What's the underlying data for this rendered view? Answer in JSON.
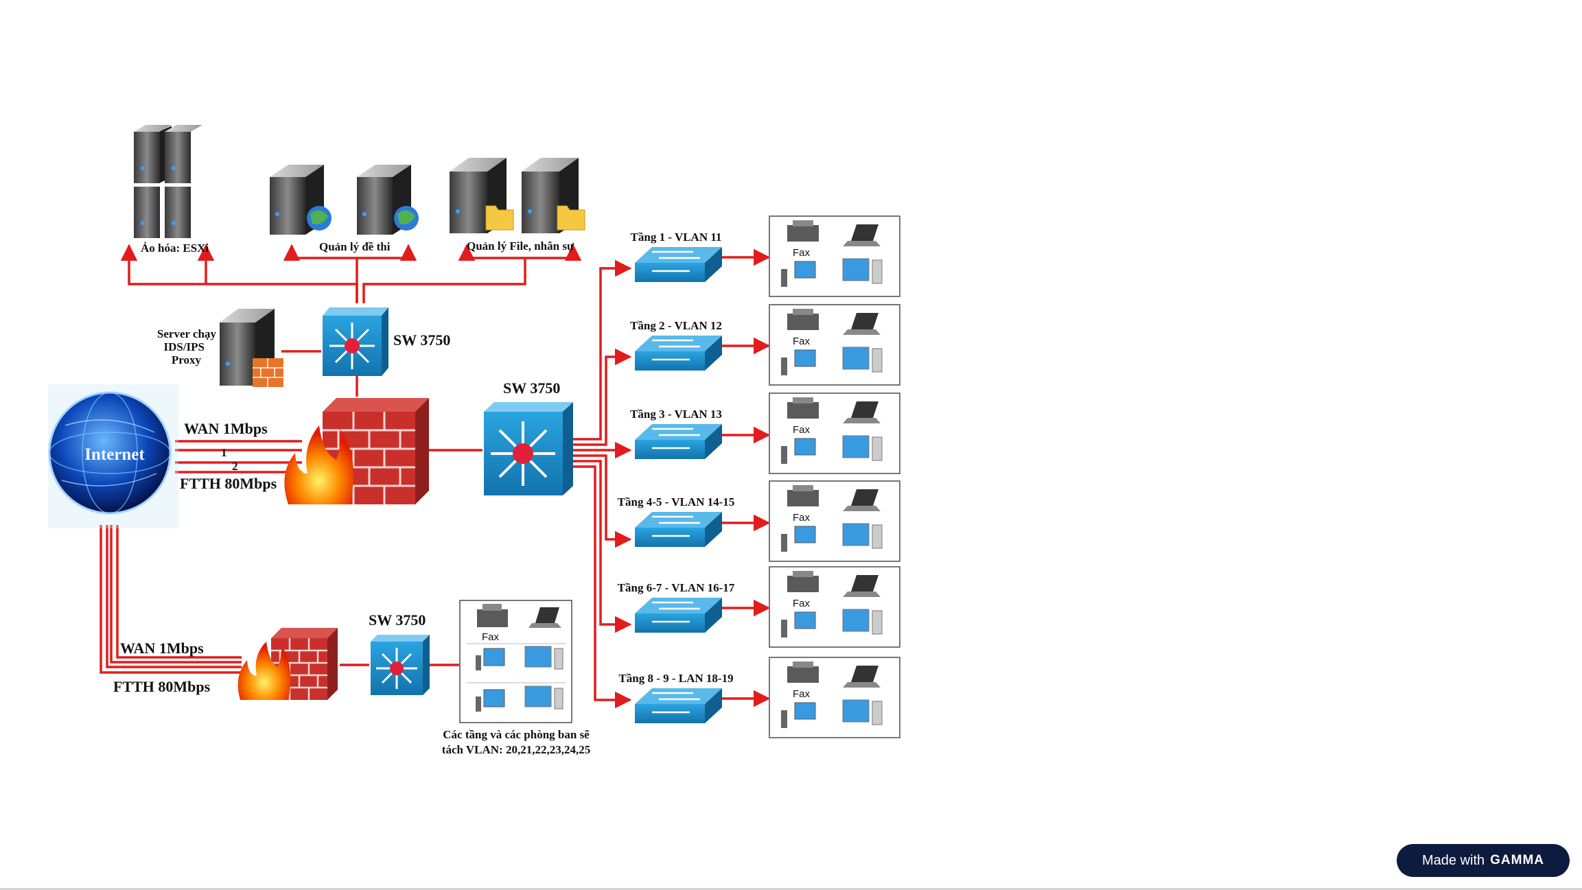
{
  "internet": {
    "label": "Internet"
  },
  "top_servers": {
    "virtualization": "Ảo hóa: ESXi",
    "exam_management": "Quản lý đề thi",
    "file_hr_management": "Quản lý File, nhân sự"
  },
  "ids_server": {
    "line1": "Server chạy",
    "line2": "IDS/IPS",
    "line3": "Proxy"
  },
  "switches": {
    "top": "SW 3750",
    "core": "SW 3750",
    "bottom": "SW 3750"
  },
  "wan_main": {
    "wan": "WAN 1Mbps",
    "link1": "1",
    "link2": "2",
    "ftth": "FTTH 80Mbps"
  },
  "wan_backup": {
    "wan": "WAN 1Mbps",
    "ftth": "FTTH 80Mbps"
  },
  "floors": [
    {
      "label": "Tầng 1 - VLAN 11",
      "fax": "Fax"
    },
    {
      "label": "Tầng 2 - VLAN 12",
      "fax": "Fax"
    },
    {
      "label": "Tầng 3 - VLAN 13",
      "fax": "Fax"
    },
    {
      "label": "Tầng 4-5 - VLAN 14-15",
      "fax": "Fax"
    },
    {
      "label": "Tầng 6-7 - VLAN 16-17",
      "fax": "Fax"
    },
    {
      "label": "Tầng 8 - 9 - LAN 18-19",
      "fax": "Fax"
    }
  ],
  "branch": {
    "fax": "Fax",
    "caption_line1": "Các tầng và các phòng ban sẽ",
    "caption_line2": "tách VLAN: 20,21,22,23,24,25"
  },
  "badge": {
    "made_with": "Made with",
    "brand": "GAMMA"
  },
  "colors": {
    "link": "#e21c1c",
    "switch": "#1a8fcf",
    "firewall_brick": "#c9302c",
    "badge_bg": "#0d1b3e"
  }
}
